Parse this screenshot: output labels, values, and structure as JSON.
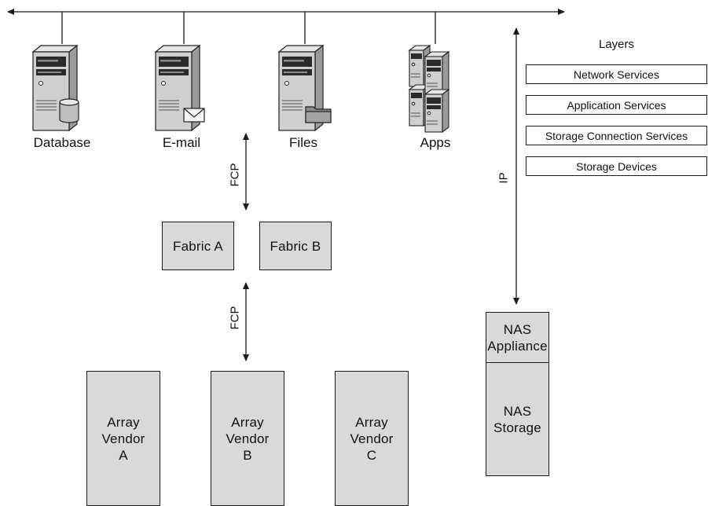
{
  "servers": [
    {
      "name": "Database",
      "icon": "database-server-icon"
    },
    {
      "name": "E-mail",
      "icon": "email-server-icon"
    },
    {
      "name": "Files",
      "icon": "file-server-icon"
    },
    {
      "name": "Apps",
      "icon": "app-servers-icon"
    }
  ],
  "connections": {
    "fcp_top": "FCP",
    "fcp_bottom": "FCP",
    "ip": "IP"
  },
  "fabrics": [
    "Fabric A",
    "Fabric B"
  ],
  "arrays": [
    "Array\nVendor\nA",
    "Array\nVendor\nB",
    "Array\nVendor\nC"
  ],
  "nas": {
    "appliance": "NAS\nAppliance",
    "storage": "NAS\nStorage"
  },
  "layers": {
    "title": "Layers",
    "items": [
      "Network Services",
      "Application Services",
      "Storage Connection Services",
      "Storage Devices"
    ]
  },
  "colors": {
    "box_fill": "#d9d9d9",
    "line": "#1a1a1a",
    "server_body": "#cfcfcf",
    "server_dark": "#2b2b2b"
  }
}
